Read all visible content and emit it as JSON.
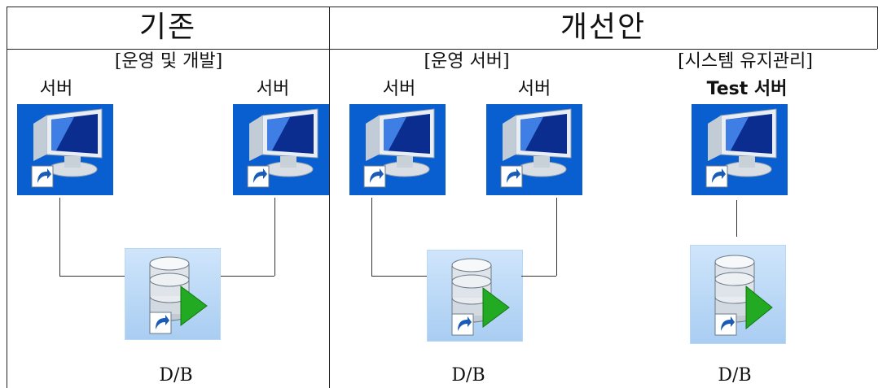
{
  "headers": {
    "left": "기존",
    "right": "개선안"
  },
  "groups": {
    "left": "[운영 및 개발]",
    "right_a": "[운영 서버]",
    "right_b": "[시스템 유지관리]"
  },
  "nodes": {
    "left_server_1": "서버",
    "left_server_2": "서버",
    "right_server_1": "서버",
    "right_server_2": "서버",
    "test_server": "Test 서버"
  },
  "databases": {
    "left": "D/B",
    "right_a": "D/B",
    "right_b": "D/B"
  },
  "icons": {
    "server": "server-monitor-shortcut-icon",
    "database": "database-shortcut-icon"
  },
  "colors": {
    "server_bg": "#0a5fd0",
    "db_bg_top": "#cfe5fb",
    "db_bg_bottom": "#a9cdf2",
    "play_green": "#22aa22",
    "line": "#333333"
  }
}
